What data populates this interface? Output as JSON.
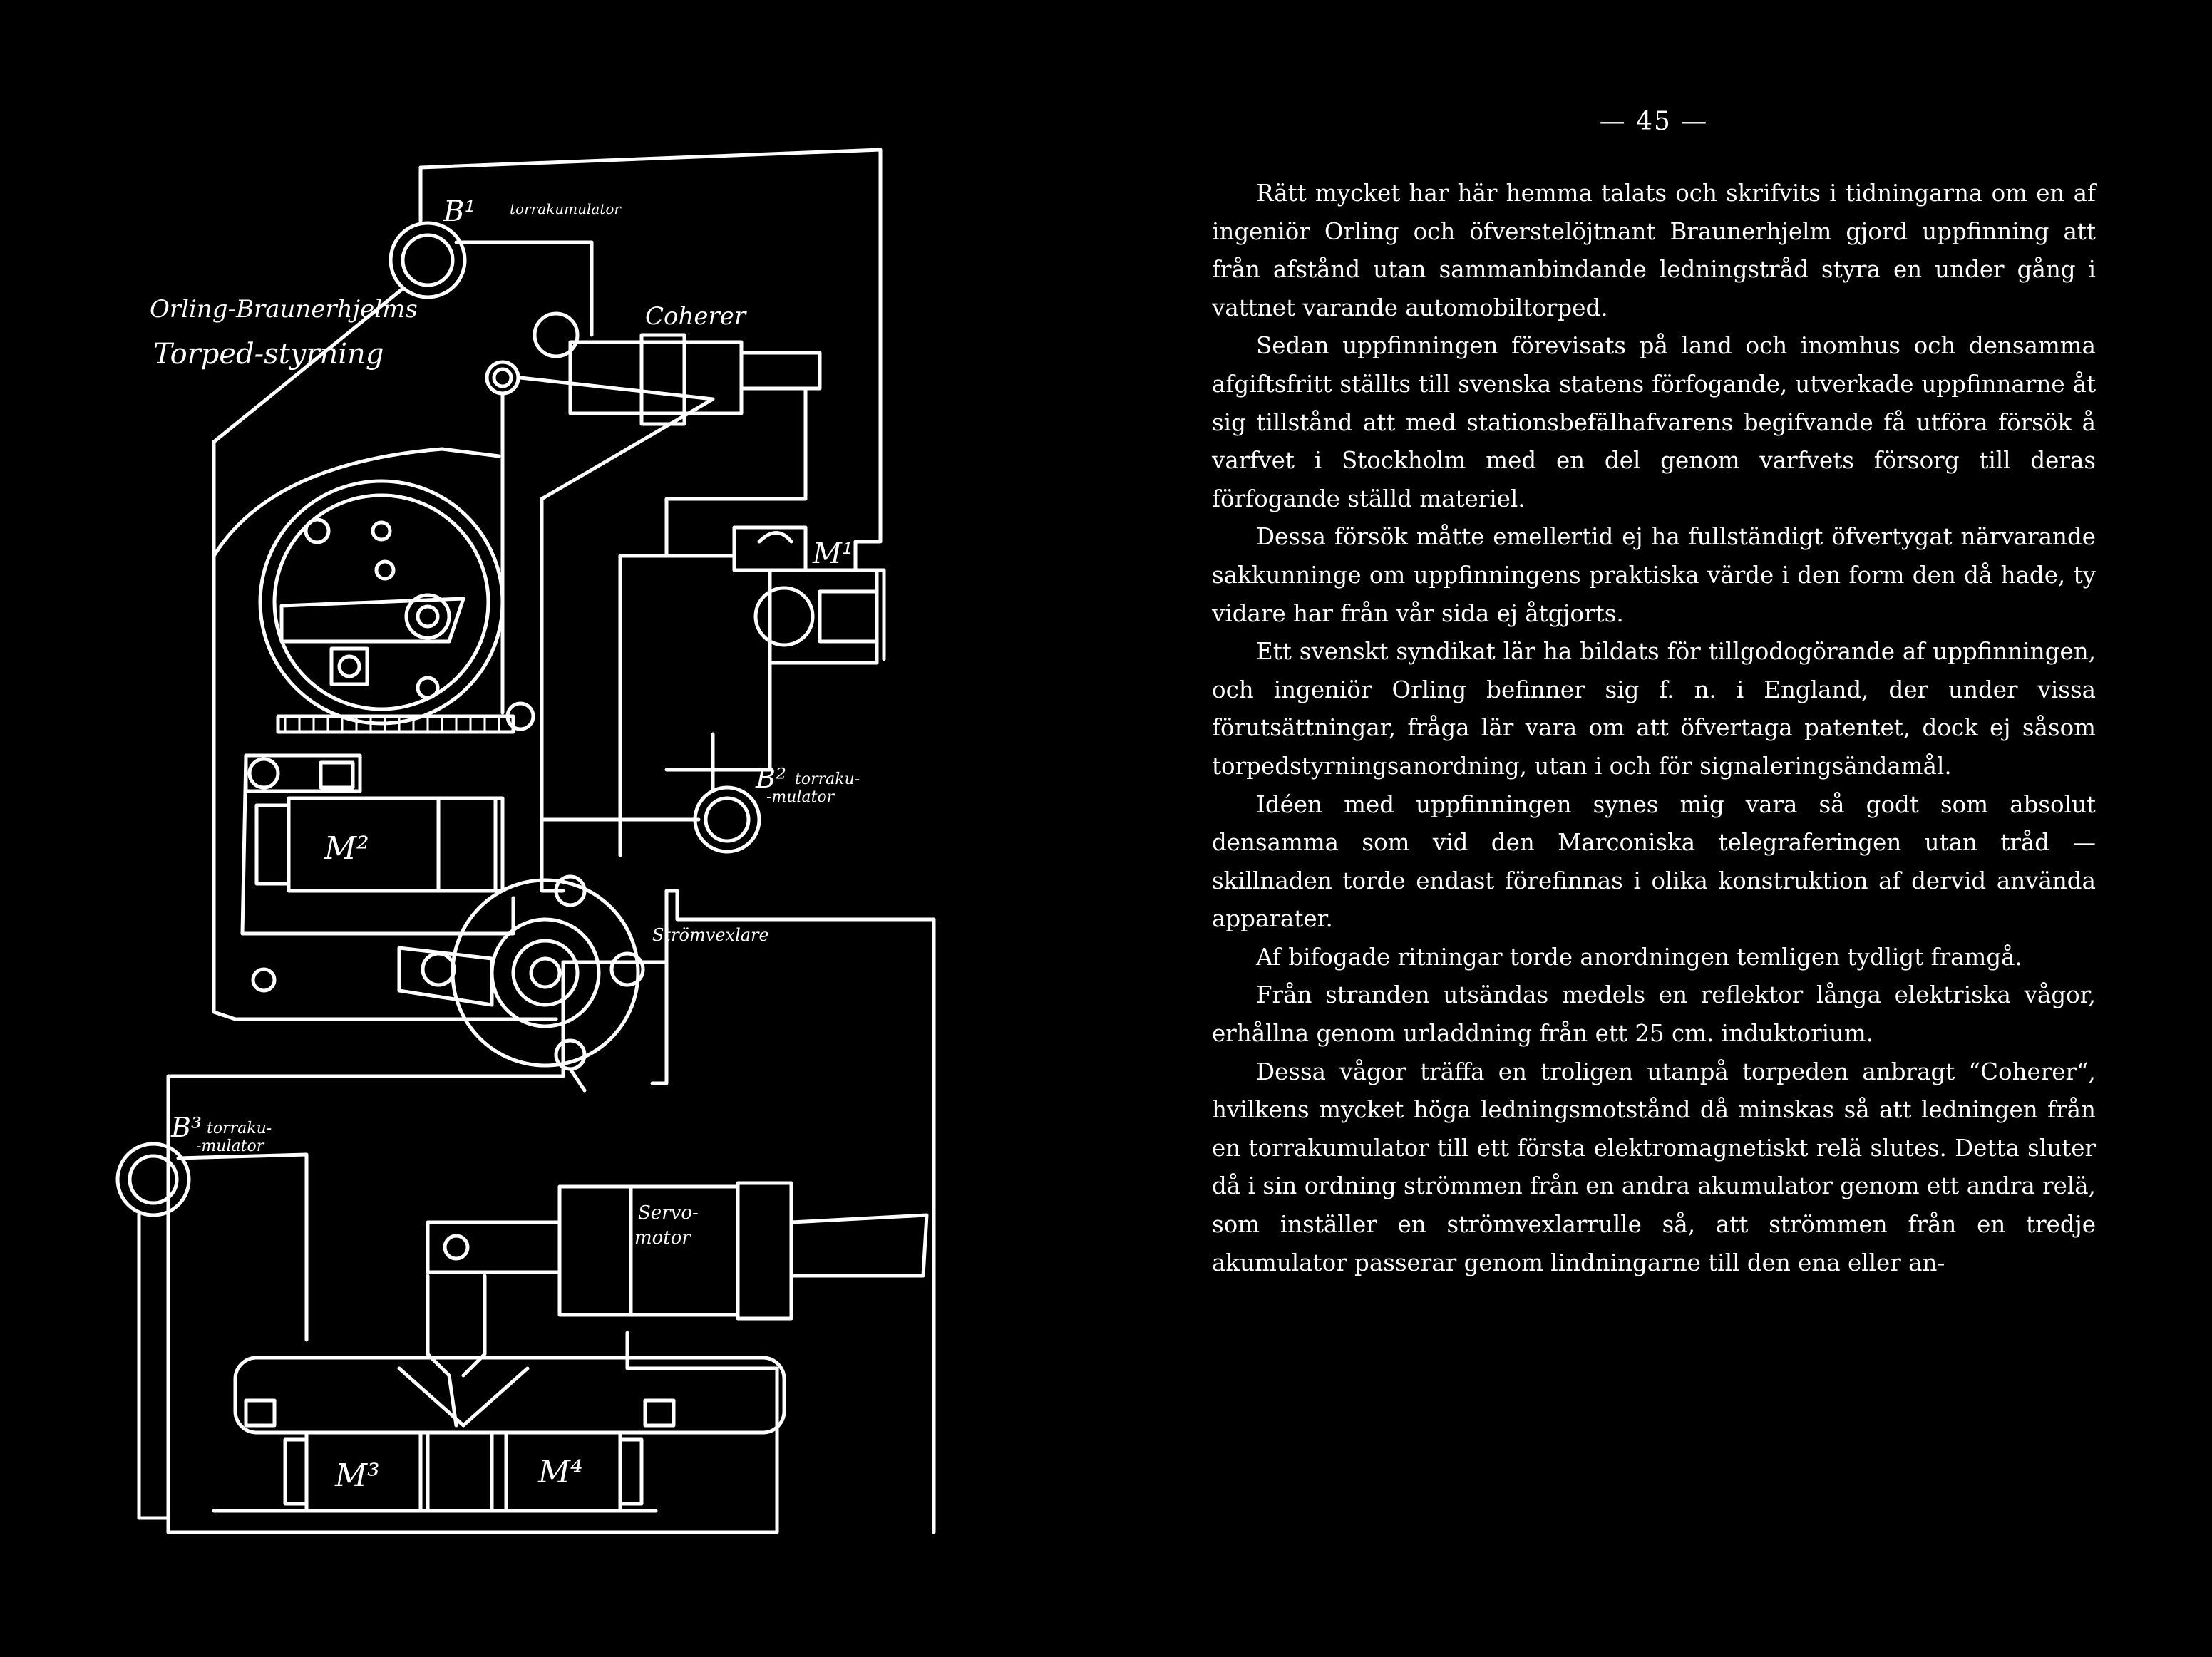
{
  "page": {
    "folio": "— 45 —"
  },
  "figure": {
    "title_line1": "Orling-Braunerhjelms",
    "title_line2": "Torped-styrning",
    "labels": {
      "b1": "B¹",
      "b1_desc": "torrakumulator",
      "coherer": "Coherer",
      "m1": "M¹",
      "m2": "M²",
      "b2": "B²",
      "b2_desc1": "torraku-",
      "b2_desc2": "-mulator",
      "stromvexlare": "Strömvexlare",
      "b3": "B³",
      "b3_desc1": "torraku-",
      "b3_desc2": "-mulator",
      "servo1": "Servo-",
      "servo2": "motor",
      "m3": "M³",
      "m4": "M⁴"
    }
  },
  "text": {
    "paragraphs": [
      "Rätt mycket har här hemma talats och skrifvits i tidningarna om en af ingeniör Orling och öfverstelöjtnant Braunerhjelm gjord uppfinning att från afstånd utan sammanbindande ledningstråd styra en under gång i vattnet varande automobiltorped.",
      "Sedan uppfinningen förevisats på land och inomhus och densamma afgiftsfritt ställts till svenska statens förfogande, utverkade uppfinnarne åt sig tillstånd att med stationsbefälhafvarens begifvande få utföra försök å varfvet i Stockholm med en del genom varfvets försorg till deras förfogande ställd materiel.",
      "Dessa försök måtte emellertid ej ha fullständigt öfvertygat närvarande sakkunninge om uppfinningens praktiska värde i den form den då hade, ty vidare har från vår sida ej åtgjorts.",
      "Ett svenskt syndikat lär ha bildats för tillgodogörande af uppfinningen, och ingeniör Orling befinner sig f. n. i England, der under vissa förutsättningar, fråga lär vara om att öfvertaga patentet, dock ej såsom torpedstyrningsanordning, utan i och för signaleringsändamål.",
      "Idéen med uppfinningen synes mig vara så godt som absolut densamma som vid den Marconiska telegraferingen utan tråd — skillnaden torde endast förefinnas i olika konstruktion af dervid använda apparater.",
      "Af bifogade ritningar torde anordningen temligen tydligt framgå.",
      "Från stranden utsändas medels en reflektor långa elektriska vågor, erhållna genom urladdning från ett 25 cm. induktorium.",
      "Dessa vågor träffa en troligen utanpå torpeden anbragt “Coherer“, hvilkens mycket höga ledningsmotstånd då minskas så att ledningen från en torrakumulator till ett första elektromagnetiskt relä slutes. Detta sluter då i sin ordning strömmen från en andra akumulator genom ett andra relä, som inställer en strömvexlarrulle så, att strömmen från en tredje akumulator passerar genom lindningarne till den ena eller an-"
    ]
  }
}
